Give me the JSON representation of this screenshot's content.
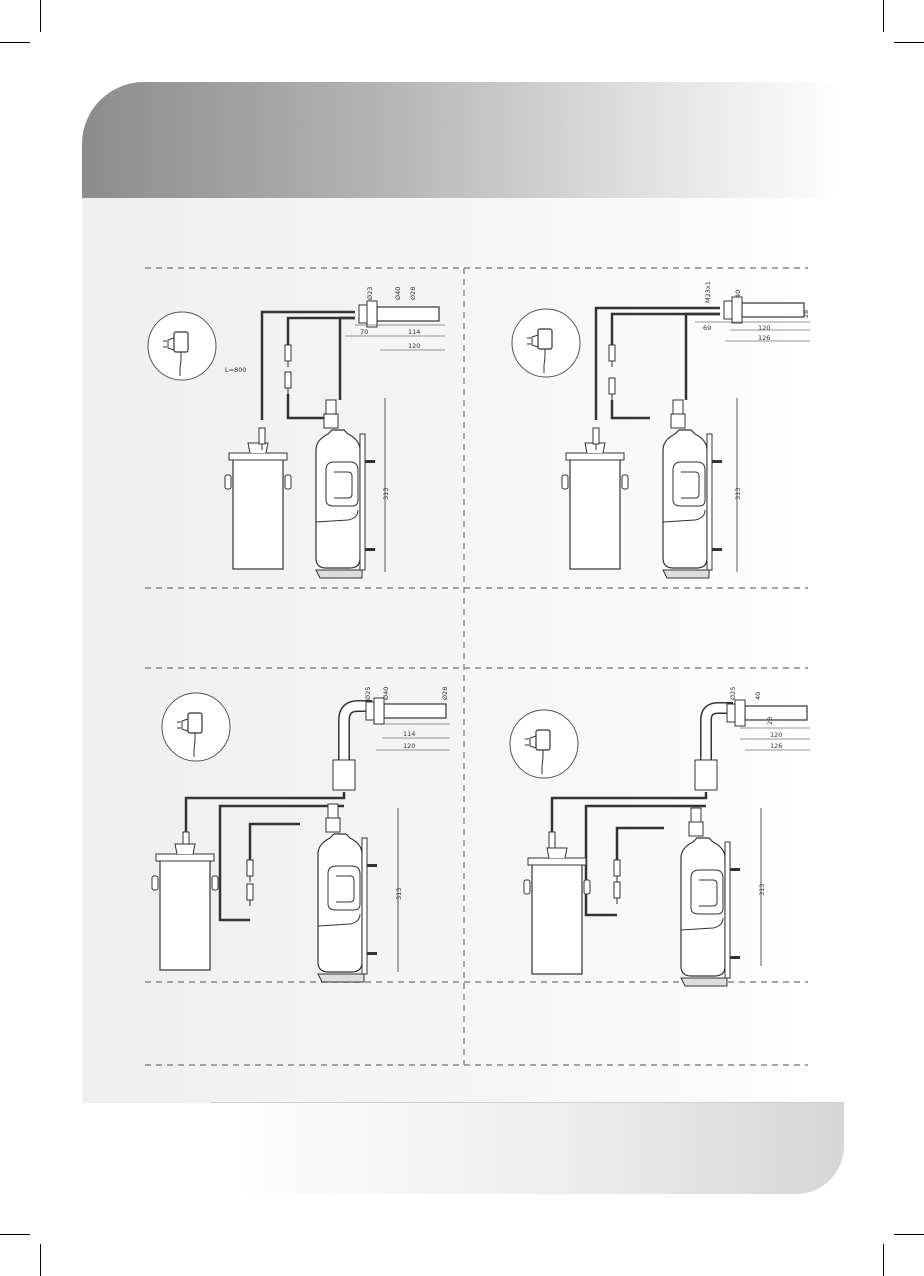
{
  "page": {
    "title": "",
    "accent": "#999999"
  },
  "dimensions": {
    "cable_length": "L=800",
    "height": "313",
    "tl": {
      "d1": "Ø23",
      "d2": "Ø40",
      "d3": "Ø28",
      "w1": "70",
      "w2": "114",
      "w3": "120"
    },
    "tr": {
      "thread": "M23x1",
      "d2": "40",
      "h": "28",
      "w1": "69",
      "w2": "120",
      "w3": "126"
    },
    "bl": {
      "d1": "Ø25",
      "d2": "Ø40",
      "d3": "Ø28",
      "w2": "114",
      "w3": "120"
    },
    "br": {
      "d1": "Ø25",
      "d2": "40",
      "h": "28",
      "w2": "120",
      "w3": "126"
    }
  },
  "icons": [
    "power-adapter-icon",
    "soap-bottle",
    "transformer-box",
    "spout"
  ]
}
